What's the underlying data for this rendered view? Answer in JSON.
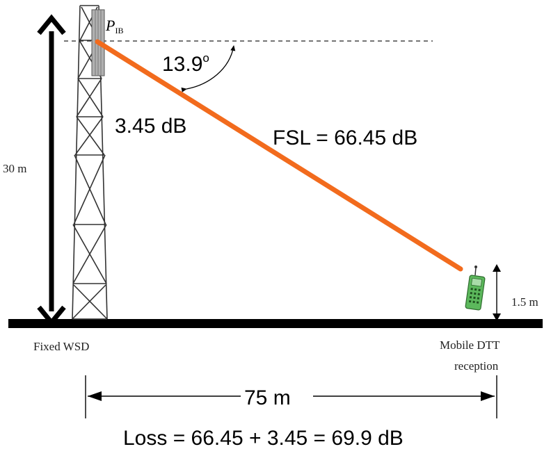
{
  "diagram": {
    "labels": {
      "p_ib_main": "P",
      "p_ib_sub": "IB",
      "angle": "13.9",
      "angle_degree": "o",
      "antenna_loss": "3.45 dB",
      "fsl": "FSL = 66.45 dB",
      "tower_height": "30 m",
      "receiver_height": "1.5 m",
      "fixed_wsd": "Fixed WSD",
      "mobile_dtt_line1": "Mobile DTT",
      "mobile_dtt_line2": "reception",
      "distance": "75 m",
      "total_loss": "Loss = 66.45 + 3.45 = 69.9 dB"
    },
    "colors": {
      "path_line": "#f26b1d",
      "ground": "#000000",
      "phone_body": "#5cb85c"
    }
  }
}
